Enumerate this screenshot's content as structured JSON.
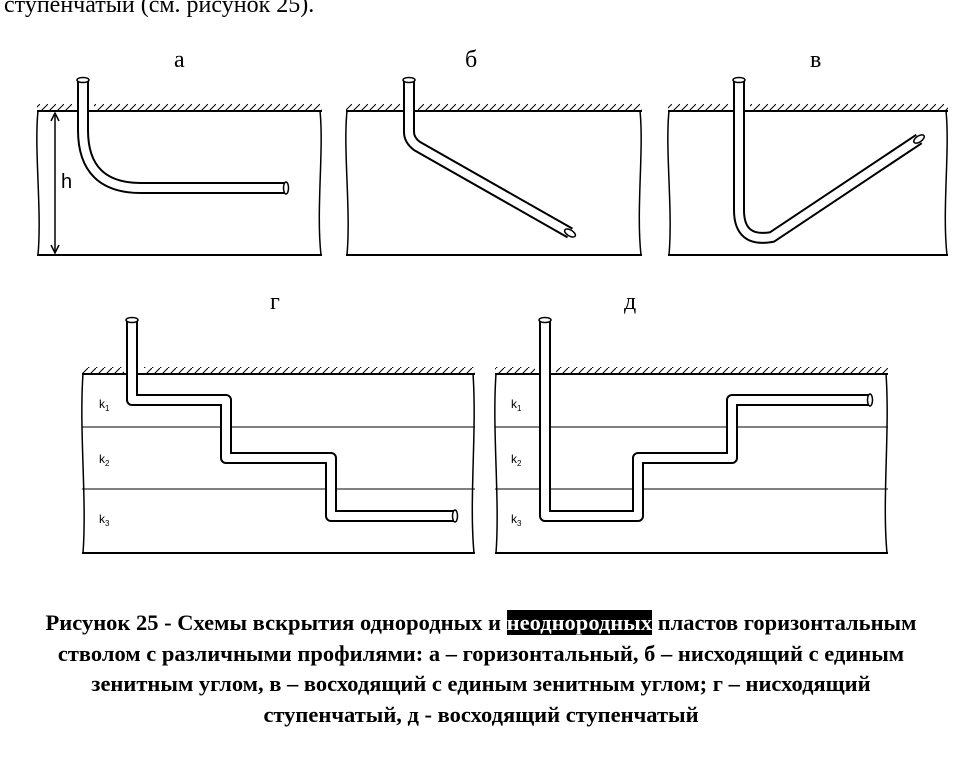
{
  "top_text": "ступенчатый (см. рисунок 25).",
  "panels": {
    "a": {
      "letter": "а",
      "depth_label": "h"
    },
    "b": {
      "letter": "б"
    },
    "v": {
      "letter": "в"
    },
    "g": {
      "letter": "г",
      "layers": [
        {
          "k": "k",
          "sub": "1"
        },
        {
          "k": "k",
          "sub": "2"
        },
        {
          "k": "k",
          "sub": "3"
        }
      ]
    },
    "d": {
      "letter": "д",
      "layers": [
        {
          "k": "k",
          "sub": "1"
        },
        {
          "k": "k",
          "sub": "2"
        },
        {
          "k": "k",
          "sub": "3"
        }
      ]
    }
  },
  "caption": {
    "part1": "Рисунок 25 - Схемы вскрытия однородных и ",
    "highlight": "неоднородных",
    "part2": " пластов горизонтальным стволом с различными профилями: а – горизонтальный, б – нисходящий с единым зенитным углом, в – восходящий с единым зенитным углом; г – нисходящий ступенчатый, д - восходящий ступенчатый"
  }
}
